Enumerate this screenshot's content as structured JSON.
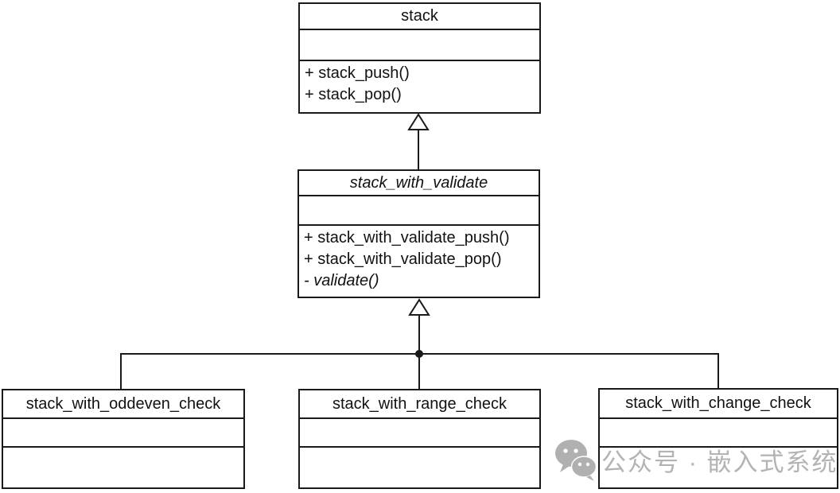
{
  "diagram": {
    "kind": "uml-class-diagram",
    "background": "#ffffff",
    "line_color": "#1a1a1a"
  },
  "classes": {
    "stack": {
      "name": "stack",
      "abstract": false,
      "attributes": [],
      "methods": [
        "+ stack_push()",
        "+ stack_pop()"
      ]
    },
    "stack_with_validate": {
      "name": "stack_with_validate",
      "abstract": true,
      "attributes": [],
      "methods": [
        "+ stack_with_validate_push()",
        "+ stack_with_validate_pop()",
        "- validate()"
      ]
    },
    "stack_with_oddeven_check": {
      "name": "stack_with_oddeven_check",
      "abstract": false,
      "attributes": [],
      "methods": []
    },
    "stack_with_range_check": {
      "name": "stack_with_range_check",
      "abstract": false,
      "attributes": [],
      "methods": []
    },
    "stack_with_change_check": {
      "name": "stack_with_change_check",
      "abstract": false,
      "attributes": [],
      "methods": []
    }
  },
  "relations": [
    {
      "type": "generalization",
      "from": "stack_with_validate",
      "to": "stack"
    },
    {
      "type": "generalization",
      "from": "stack_with_oddeven_check",
      "to": "stack_with_validate"
    },
    {
      "type": "generalization",
      "from": "stack_with_range_check",
      "to": "stack_with_validate"
    },
    {
      "type": "generalization",
      "from": "stack_with_change_check",
      "to": "stack_with_validate"
    }
  ],
  "watermark": {
    "icon": "wechat-icon",
    "text": "公众号 · 嵌入式系统",
    "color": "#b3b3b3"
  }
}
